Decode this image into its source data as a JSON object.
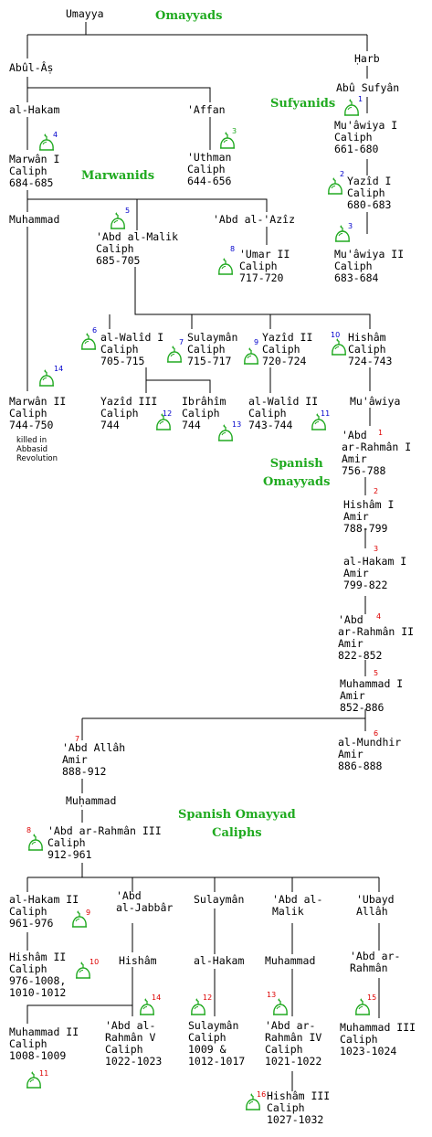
{
  "colors": {
    "dynasty_label": "#1faa1f",
    "umayyad_number": "#0000cc",
    "spanish_number": "#dd0000",
    "crown_icon": "#22aa22",
    "line": "#000000"
  },
  "icon": "crown-icon",
  "dynasties": {
    "omayyads": "Omayyads",
    "sufyanids": "Sufyanids",
    "marwanids": "Marwanids",
    "spanish_omayyads": "Spanish\nOmayyads",
    "spanish_omayyad_caliphs": "Spanish Omayyad\nCaliphs"
  },
  "persons": {
    "umayya": "Umayya",
    "abul_as": "Abûl-Âṣ",
    "harb": "Ḥarb",
    "abu_sufyan": "Abû Sufyân",
    "al_hakam": "al-Hakam",
    "affan": "'Affan",
    "muawiya_1": "Mu'âwiya I\nCaliph\n661-680",
    "marwan_1": "Marwân I\nCaliph\n684-685",
    "uthman": "'Uthman\nCaliph\n644-656",
    "yazid_1": "Yazîd I\nCaliph\n680-683",
    "muhammad_1": "Muhammad",
    "abd_al_malik": "'Abd al-Malik\nCaliph\n685-705",
    "abd_al_aziz": "'Abd al-'Azîz",
    "muawiya_2": "Mu'âwiya II\nCaliph\n683-684",
    "umar_2": "'Umar II\nCaliph\n717-720",
    "walid_1": "al-Walîd I\nCaliph\n705-715",
    "sulayman": "Sulaymân\nCaliph\n715-717",
    "yazid_2": "Yazîd II\nCaliph\n720-724",
    "hisham": "Hishâm\nCaliph\n724-743",
    "marwan_2": "Marwân II\nCaliph\n744-750",
    "marwan_2_note": "killed in\nAbbasid\nRevolution",
    "yazid_3": "Yazîd III\nCaliph\n744",
    "ibrahim": "Ibrâhîm\nCaliph\n744",
    "walid_2": "al-Walîd II\nCaliph\n743-744",
    "muawiya_3": "Mu'âwiya",
    "abd_rahman_1": "'Abd\nar-Rahmân I\nAmir\n756-788",
    "hisham_1": "Hishâm I\nAmir\n788-799",
    "hakam_1": "al-Hakam I\nAmir\n799-822",
    "abd_rahman_2": "'Abd\nar-Rahmân II\nAmir\n822-852",
    "muhammad_1_amir": "Muhammad I\nAmir\n852-886",
    "abd_allah": "'Abd Allâh\nAmir\n888-912",
    "mundhir": "al-Mundhir\nAmir\n886-888",
    "muhammad_2": "Muḥammad",
    "abd_rahman_3": "'Abd ar-Rahmân III\nCaliph\n912-961",
    "hakam_2": "al-Hakam II\nCaliph\n961-976",
    "abd_jabbar": "'Abd\nal-Jabbâr",
    "sulayman_b": "Sulaymân",
    "abd_malik_b": "'Abd al-\nMalik",
    "ubayd_allah": "'Ubayd\nAllâh",
    "hisham_2": "Hishâm II\nCaliph\n976-1008,\n1010-1012",
    "hisham_b": "Hishâm",
    "hakam_b": "al-Hakam",
    "muhammad_b": "Muhammad",
    "abd_rahman_b": "'Abd ar-\nRahmân",
    "muhammad_ii": "Muhammad II\nCaliph\n1008-1009",
    "abd_rahman_5": "'Abd al-\nRahmân V\nCaliph\n1022-1023",
    "sulayman_c": "Sulaymân\nCaliph\n1009 &\n1012-1017",
    "abd_rahman_4": "'Abd ar-\nRahmân IV\nCaliph\n1021-1022",
    "muhammad_iii": "Muhammad III\nCaliph\n1023-1024",
    "hisham_3": "Hishâm III\nCaliph\n1027-1032"
  },
  "numbers": {
    "n1": "1",
    "n2": "2",
    "n3": "3",
    "n4": "4",
    "n5": "5",
    "n6": "6",
    "n7": "7",
    "n8": "8",
    "n9": "9",
    "n10": "10",
    "n11": "11",
    "n12": "12",
    "n13": "13",
    "n14": "14"
  }
}
